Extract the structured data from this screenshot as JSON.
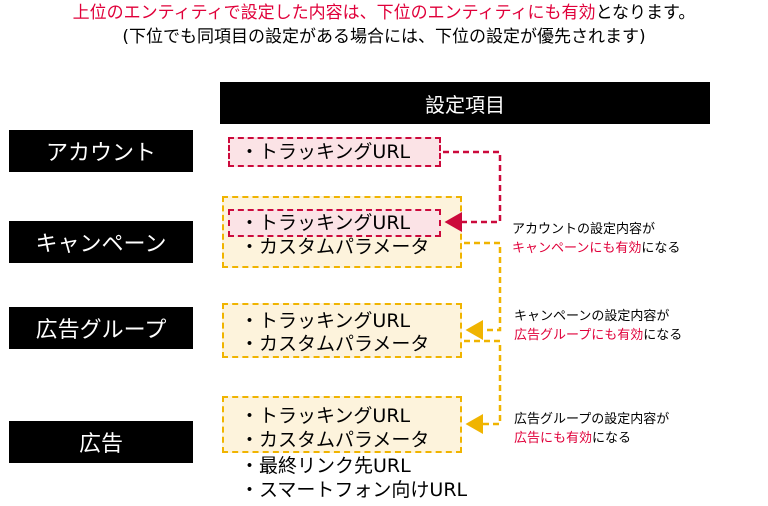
{
  "title": {
    "line1_pre": "上位のエンティティで設定した内容は、",
    "line1_highlight": "下位のエンティティにも有効",
    "line1_post": "となります。",
    "line2": "(下位でも同項目の設定がある場合には、下位の設定が優先されます)"
  },
  "header": {
    "label": "設定項目"
  },
  "entities": {
    "account": "アカウント",
    "campaign": "キャンペーン",
    "adgroup": "広告グループ",
    "ad": "広告"
  },
  "settings": {
    "account": [
      "・トラッキングURL"
    ],
    "campaign": [
      "・トラッキングURL",
      "・カスタムパラメータ"
    ],
    "adgroup": [
      "・トラッキングURL",
      "・カスタムパラメータ"
    ],
    "ad": [
      "・トラッキングURL",
      "・カスタムパラメータ",
      "・最終リンク先URL",
      "・スマートフォン向けURL"
    ]
  },
  "notes": {
    "account_to_campaign": {
      "line1": "アカウントの設定内容が",
      "line2_highlight": "キャンペーンにも有効",
      "line2_post": "になる"
    },
    "campaign_to_adgroup": {
      "line1": "キャンペーンの設定内容が",
      "line2_highlight": "広告グループにも有効",
      "line2_post": "になる"
    },
    "adgroup_to_ad": {
      "line1": "広告グループの設定内容が",
      "line2_highlight": "広告にも有効",
      "line2_post": "になる"
    }
  },
  "colors": {
    "highlight_red": "#e0003a",
    "connector_red": "#cc0a3c",
    "connector_yellow": "#f0b400",
    "box_yellow_fill": "#fdf3dc",
    "box_red_fill": "#fbe3e6",
    "entity_fill": "#000000"
  }
}
